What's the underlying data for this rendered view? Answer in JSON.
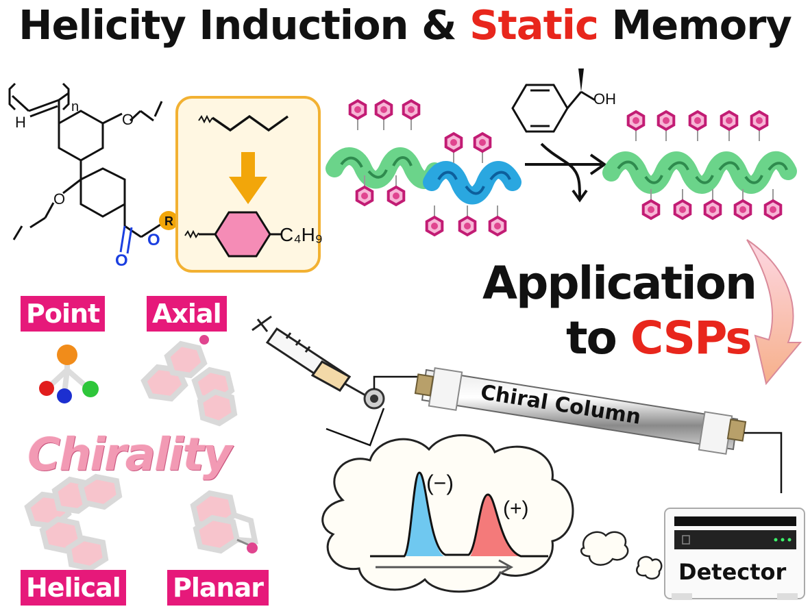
{
  "title": {
    "part1": "Helicity Induction & ",
    "accent": "Static",
    "part2": " Memory"
  },
  "structure": {
    "h": "H",
    "n": "n",
    "r_badge": "R",
    "c4h9": "C₄H₉",
    "oh": "OH"
  },
  "chirality_types": {
    "point": "Point",
    "axial": "Axial",
    "helical": "Helical",
    "planar": "Planar",
    "chirality": "Chirality"
  },
  "application": {
    "line1": "Application",
    "line2_prefix": "to ",
    "line2_accent": "CSPs"
  },
  "column_label": "Chiral Column",
  "detector_label": "Detector",
  "peaks": {
    "minus": "(−)",
    "plus": "(+)"
  },
  "colors": {
    "accent_red": "#e8261c",
    "label_pink": "#e6197a",
    "helix_green": "#6bd48a",
    "helix_blue": "#2aa7e0",
    "hexagon_magenta": "#d9307f",
    "box_orange": "#f2b132",
    "peak_blue": "#6fc8f0",
    "peak_red": "#f47a7a"
  }
}
